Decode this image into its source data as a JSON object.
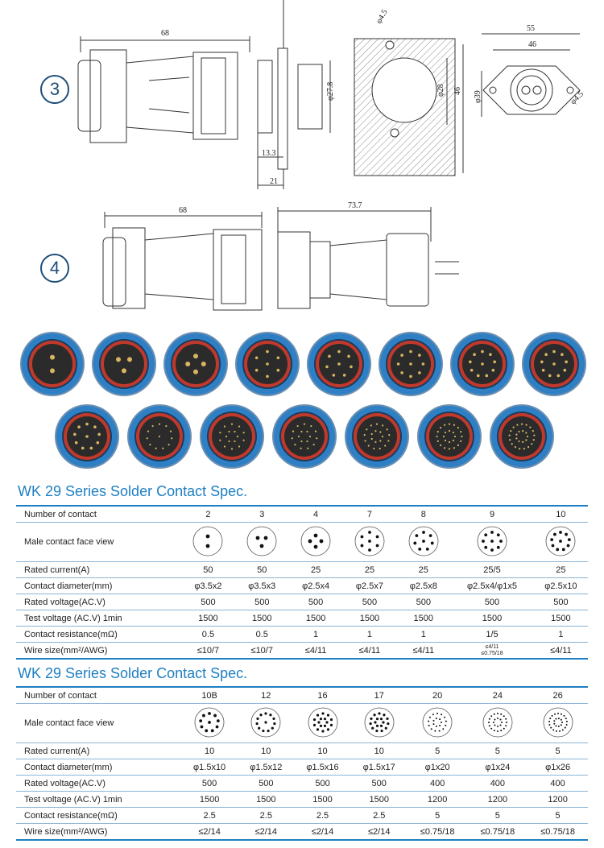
{
  "drawings": {
    "row3": {
      "badge": "3",
      "dims": {
        "length": "68",
        "d_27_8": "φ27.8",
        "d_13_3": "13.3",
        "d_21": "21",
        "hole": "φ4.5",
        "d28": "φ28",
        "h46": "46",
        "w55": "55",
        "w46": "46",
        "d39": "φ39",
        "hole2": "φ4.5"
      }
    },
    "row4": {
      "badge": "4",
      "dims": {
        "length": "68",
        "length2": "73.7"
      }
    }
  },
  "tables": [
    {
      "title": "WK 29 Series Solder Contact Spec.",
      "rows": {
        "number_label": "Number of contact",
        "view_label": "Male contact face view",
        "current_label": "Rated current(A)",
        "diameter_label": "Contact diameter(mm)",
        "voltage_label": "Rated voltage(AC.V)",
        "test_label": "Test voltage  (AC.V)  1min",
        "resistance_label": "Contact resistance(mΩ)",
        "wire_label": "Wire size(mm²/AWG)"
      },
      "columns": [
        {
          "number": "2",
          "current": "50",
          "diameter": "φ3.5x2",
          "voltage": "500",
          "test": "1500",
          "resistance": "0.5",
          "wire": "≤10/7"
        },
        {
          "number": "3",
          "current": "50",
          "diameter": "φ3.5x3",
          "voltage": "500",
          "test": "1500",
          "resistance": "0.5",
          "wire": "≤10/7"
        },
        {
          "number": "4",
          "current": "25",
          "diameter": "φ2.5x4",
          "voltage": "500",
          "test": "1500",
          "resistance": "1",
          "wire": "≤4/11"
        },
        {
          "number": "7",
          "current": "25",
          "diameter": "φ2.5x7",
          "voltage": "500",
          "test": "1500",
          "resistance": "1",
          "wire": "≤4/11"
        },
        {
          "number": "8",
          "current": "25",
          "diameter": "φ2.5x8",
          "voltage": "500",
          "test": "1500",
          "resistance": "1",
          "wire": "≤4/11"
        },
        {
          "number": "9",
          "current": "25/5",
          "diameter": "φ2.5x4/φ1x5",
          "voltage": "500",
          "test": "1500",
          "resistance": "1/5",
          "wire": "≤4/11",
          "wire2": "≤0.75/18"
        },
        {
          "number": "10",
          "current": "25",
          "diameter": "φ2.5x10",
          "voltage": "500",
          "test": "1500",
          "resistance": "1",
          "wire": "≤4/11"
        }
      ]
    },
    {
      "title": "WK 29 Series Solder Contact Spec.",
      "rows": {
        "number_label": "Number of contact",
        "view_label": "Male contact face view",
        "current_label": "Rated current(A)",
        "diameter_label": "Contact diameter(mm)",
        "voltage_label": "Rated voltage(AC.V)",
        "test_label": "Test voltage  (AC.V)  1min",
        "resistance_label": "Contact resistance(mΩ)",
        "wire_label": "Wire size(mm²/AWG)"
      },
      "columns": [
        {
          "number": "10B",
          "current": "10",
          "diameter": "φ1.5x10",
          "voltage": "500",
          "test": "1500",
          "resistance": "2.5",
          "wire": "≤2/14"
        },
        {
          "number": "12",
          "current": "10",
          "diameter": "φ1.5x12",
          "voltage": "500",
          "test": "1500",
          "resistance": "2.5",
          "wire": "≤2/14"
        },
        {
          "number": "16",
          "current": "10",
          "diameter": "φ1.5x16",
          "voltage": "500",
          "test": "1500",
          "resistance": "2.5",
          "wire": "≤2/14"
        },
        {
          "number": "17",
          "current": "10",
          "diameter": "φ1.5x17",
          "voltage": "500",
          "test": "1500",
          "resistance": "2.5",
          "wire": "≤2/14"
        },
        {
          "number": "20",
          "current": "5",
          "diameter": "φ1x20",
          "voltage": "400",
          "test": "1200",
          "resistance": "5",
          "wire": "≤0.75/18"
        },
        {
          "number": "24",
          "current": "5",
          "diameter": "φ1x24",
          "voltage": "400",
          "test": "1200",
          "resistance": "5",
          "wire": "≤0.75/18"
        },
        {
          "number": "26",
          "current": "5",
          "diameter": "φ1x26",
          "voltage": "400",
          "test": "1200",
          "resistance": "5",
          "wire": "≤0.75/18"
        }
      ]
    }
  ],
  "colors": {
    "accent": "#1e7fc2",
    "connector_blue": "#2f7fc4",
    "seal_red": "#c0392b"
  }
}
